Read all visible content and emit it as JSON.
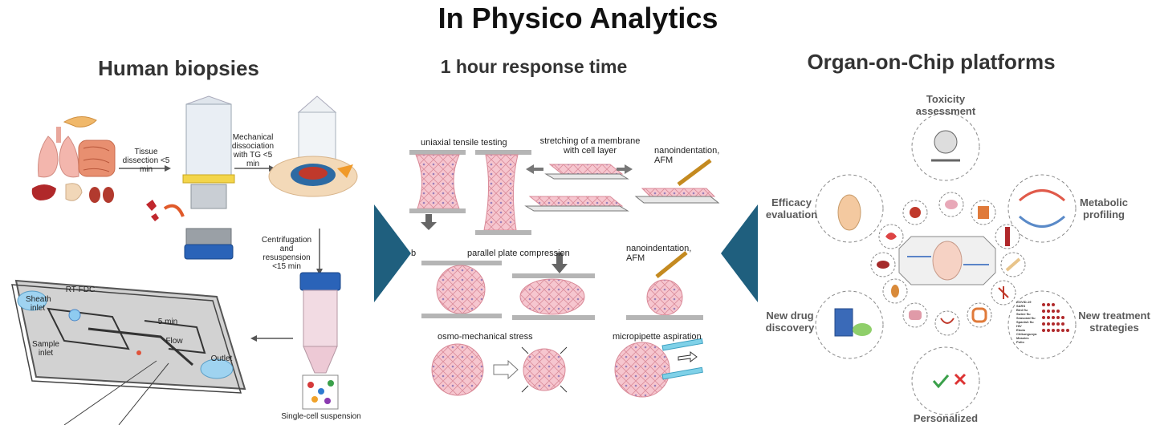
{
  "header": {
    "title": "In Physico Analytics"
  },
  "sections": {
    "left": "Human biopsies",
    "middle": "1 hour response time",
    "right": "Organ-on-Chip platforms"
  },
  "biopsy_steps": {
    "dissection": "Tissue dissection <5 min",
    "mechanical": "Mechanical dissociation with TG <5 min",
    "centrifugation": "Centrifugation and resuspension <15 min",
    "suspension": "Single-cell suspension",
    "rtfdc": "RT-FDC",
    "sheath": "Sheath inlet",
    "sample": "Sample inlet",
    "flow": "Flow",
    "outlet": "Outlet",
    "time": "5 min"
  },
  "mechanics": {
    "uniaxial": "uniaxial tensile testing",
    "stretching": "stretching of a membrane with cell layer",
    "nano1": "nanoindentation, AFM",
    "parallel": "parallel plate compression",
    "nano2": "nanoindentation, AFM",
    "osmo": "osmo-mechanical stress",
    "micropipette": "micropipette aspiration",
    "b_marker": "b"
  },
  "organ_on_chip": {
    "labels": {
      "toxicity": "Toxicity assessment",
      "efficacy": "Efficacy evaluation",
      "metabolic": "Metabolic profiling",
      "newdrug": "New drug discovery",
      "newtreatment": "New treatment strategies",
      "personalized": "Personalized"
    },
    "disease_list": [
      "COVID-19",
      "SARS",
      "Bird flu",
      "Swine flu",
      "Seasonal flu",
      "Spanish flu",
      "HIV",
      "Ebola",
      "Chikungunya",
      "Measles",
      "Polio"
    ]
  },
  "colors": {
    "arrow_fill": "#1f5f7e",
    "cell_pink": "#f6c6cf",
    "cell_line": "#d98a98",
    "plate_gray": "#b5b5b5",
    "dash_gray": "#8a8a8a",
    "tube_blue": "#2a63b8"
  }
}
